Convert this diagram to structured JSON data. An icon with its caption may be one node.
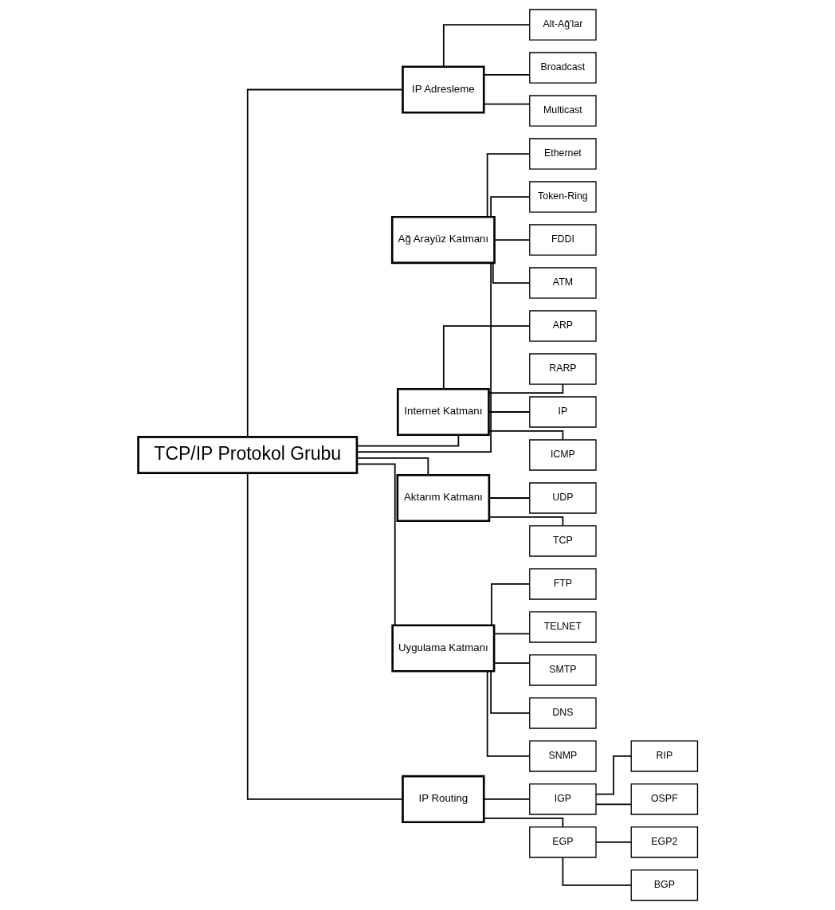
{
  "diagram": {
    "nodes": [
      {
        "text": [
          "TCP/IP Protokol Grubu"
        ]
      },
      {
        "text": [
          "IP Adresleme"
        ]
      },
      {
        "text": [
          "Ağ Arayüz Katmanı"
        ]
      },
      {
        "text": [
          "Internet Katmanı"
        ]
      },
      {
        "text": [
          "Aktarım Katmanı"
        ]
      },
      {
        "text": [
          "Uygulama Katmanı"
        ]
      },
      {
        "text": [
          "IP Routing"
        ]
      },
      {
        "text": [
          "Alt-Ağ'lar"
        ]
      },
      {
        "text": [
          "Broadcast"
        ]
      },
      {
        "text": [
          "Multicast"
        ]
      },
      {
        "text": [
          "Ethernet"
        ]
      },
      {
        "text": [
          "Token-Ring"
        ]
      },
      {
        "text": [
          "FDDI"
        ]
      },
      {
        "text": [
          "ATM"
        ]
      },
      {
        "text": [
          "ARP"
        ]
      },
      {
        "text": [
          "RARP"
        ]
      },
      {
        "text": [
          "IP"
        ]
      },
      {
        "text": [
          "ICMP"
        ]
      },
      {
        "text": [
          "UDP"
        ]
      },
      {
        "text": [
          "TCP"
        ]
      },
      {
        "text": [
          "FTP"
        ]
      },
      {
        "text": [
          "TELNET"
        ]
      },
      {
        "text": [
          "SMTP"
        ]
      },
      {
        "text": [
          "DNS"
        ]
      },
      {
        "text": [
          "SNMP"
        ]
      },
      {
        "text": [
          "IGP"
        ]
      },
      {
        "text": [
          "RIP"
        ]
      },
      {
        "text": [
          "OSPF"
        ]
      },
      {
        "text": [
          "EGP"
        ]
      },
      {
        "text": [
          "EGP2"
        ]
      },
      {
        "text": [
          "BGP"
        ]
      }
    ],
    "edges": [
      {
        "from": 0,
        "to": 1,
        "arrow": "none"
      },
      {
        "from": 0,
        "to": 2,
        "arrow": "none"
      },
      {
        "from": 0,
        "to": 3,
        "arrow": "none"
      },
      {
        "from": 0,
        "to": 4,
        "arrow": "none"
      },
      {
        "from": 0,
        "to": 5,
        "arrow": "none"
      },
      {
        "from": 0,
        "to": 6,
        "arrow": "none"
      },
      {
        "from": 1,
        "to": 7,
        "arrow": "none"
      },
      {
        "from": 1,
        "to": 8,
        "arrow": "none"
      },
      {
        "from": 1,
        "to": 9,
        "arrow": "none"
      },
      {
        "from": 2,
        "to": 10,
        "arrow": "none"
      },
      {
        "from": 2,
        "to": 11,
        "arrow": "none"
      },
      {
        "from": 2,
        "to": 12,
        "arrow": "none"
      },
      {
        "from": 2,
        "to": 13,
        "arrow": "none"
      },
      {
        "from": 3,
        "to": 14,
        "arrow": "none"
      },
      {
        "from": 3,
        "to": 15,
        "arrow": "none"
      },
      {
        "from": 3,
        "to": 16,
        "arrow": "none"
      },
      {
        "from": 3,
        "to": 17,
        "arrow": "none"
      },
      {
        "from": 4,
        "to": 18,
        "arrow": "none"
      },
      {
        "from": 4,
        "to": 19,
        "arrow": "none"
      },
      {
        "from": 5,
        "to": 20,
        "arrow": "none"
      },
      {
        "from": 5,
        "to": 21,
        "arrow": "none"
      },
      {
        "from": 5,
        "to": 22,
        "arrow": "none"
      },
      {
        "from": 5,
        "to": 23,
        "arrow": "none"
      },
      {
        "from": 5,
        "to": 24,
        "arrow": "none"
      },
      {
        "from": 6,
        "to": 25,
        "arrow": "none"
      },
      {
        "from": 25,
        "to": 26,
        "arrow": "none"
      },
      {
        "from": 25,
        "to": 27,
        "arrow": "none"
      },
      {
        "from": 6,
        "to": 28,
        "arrow": "none"
      },
      {
        "from": 28,
        "to": 29,
        "arrow": "none"
      },
      {
        "from": 28,
        "to": 30,
        "arrow": "none"
      }
    ]
  }
}
